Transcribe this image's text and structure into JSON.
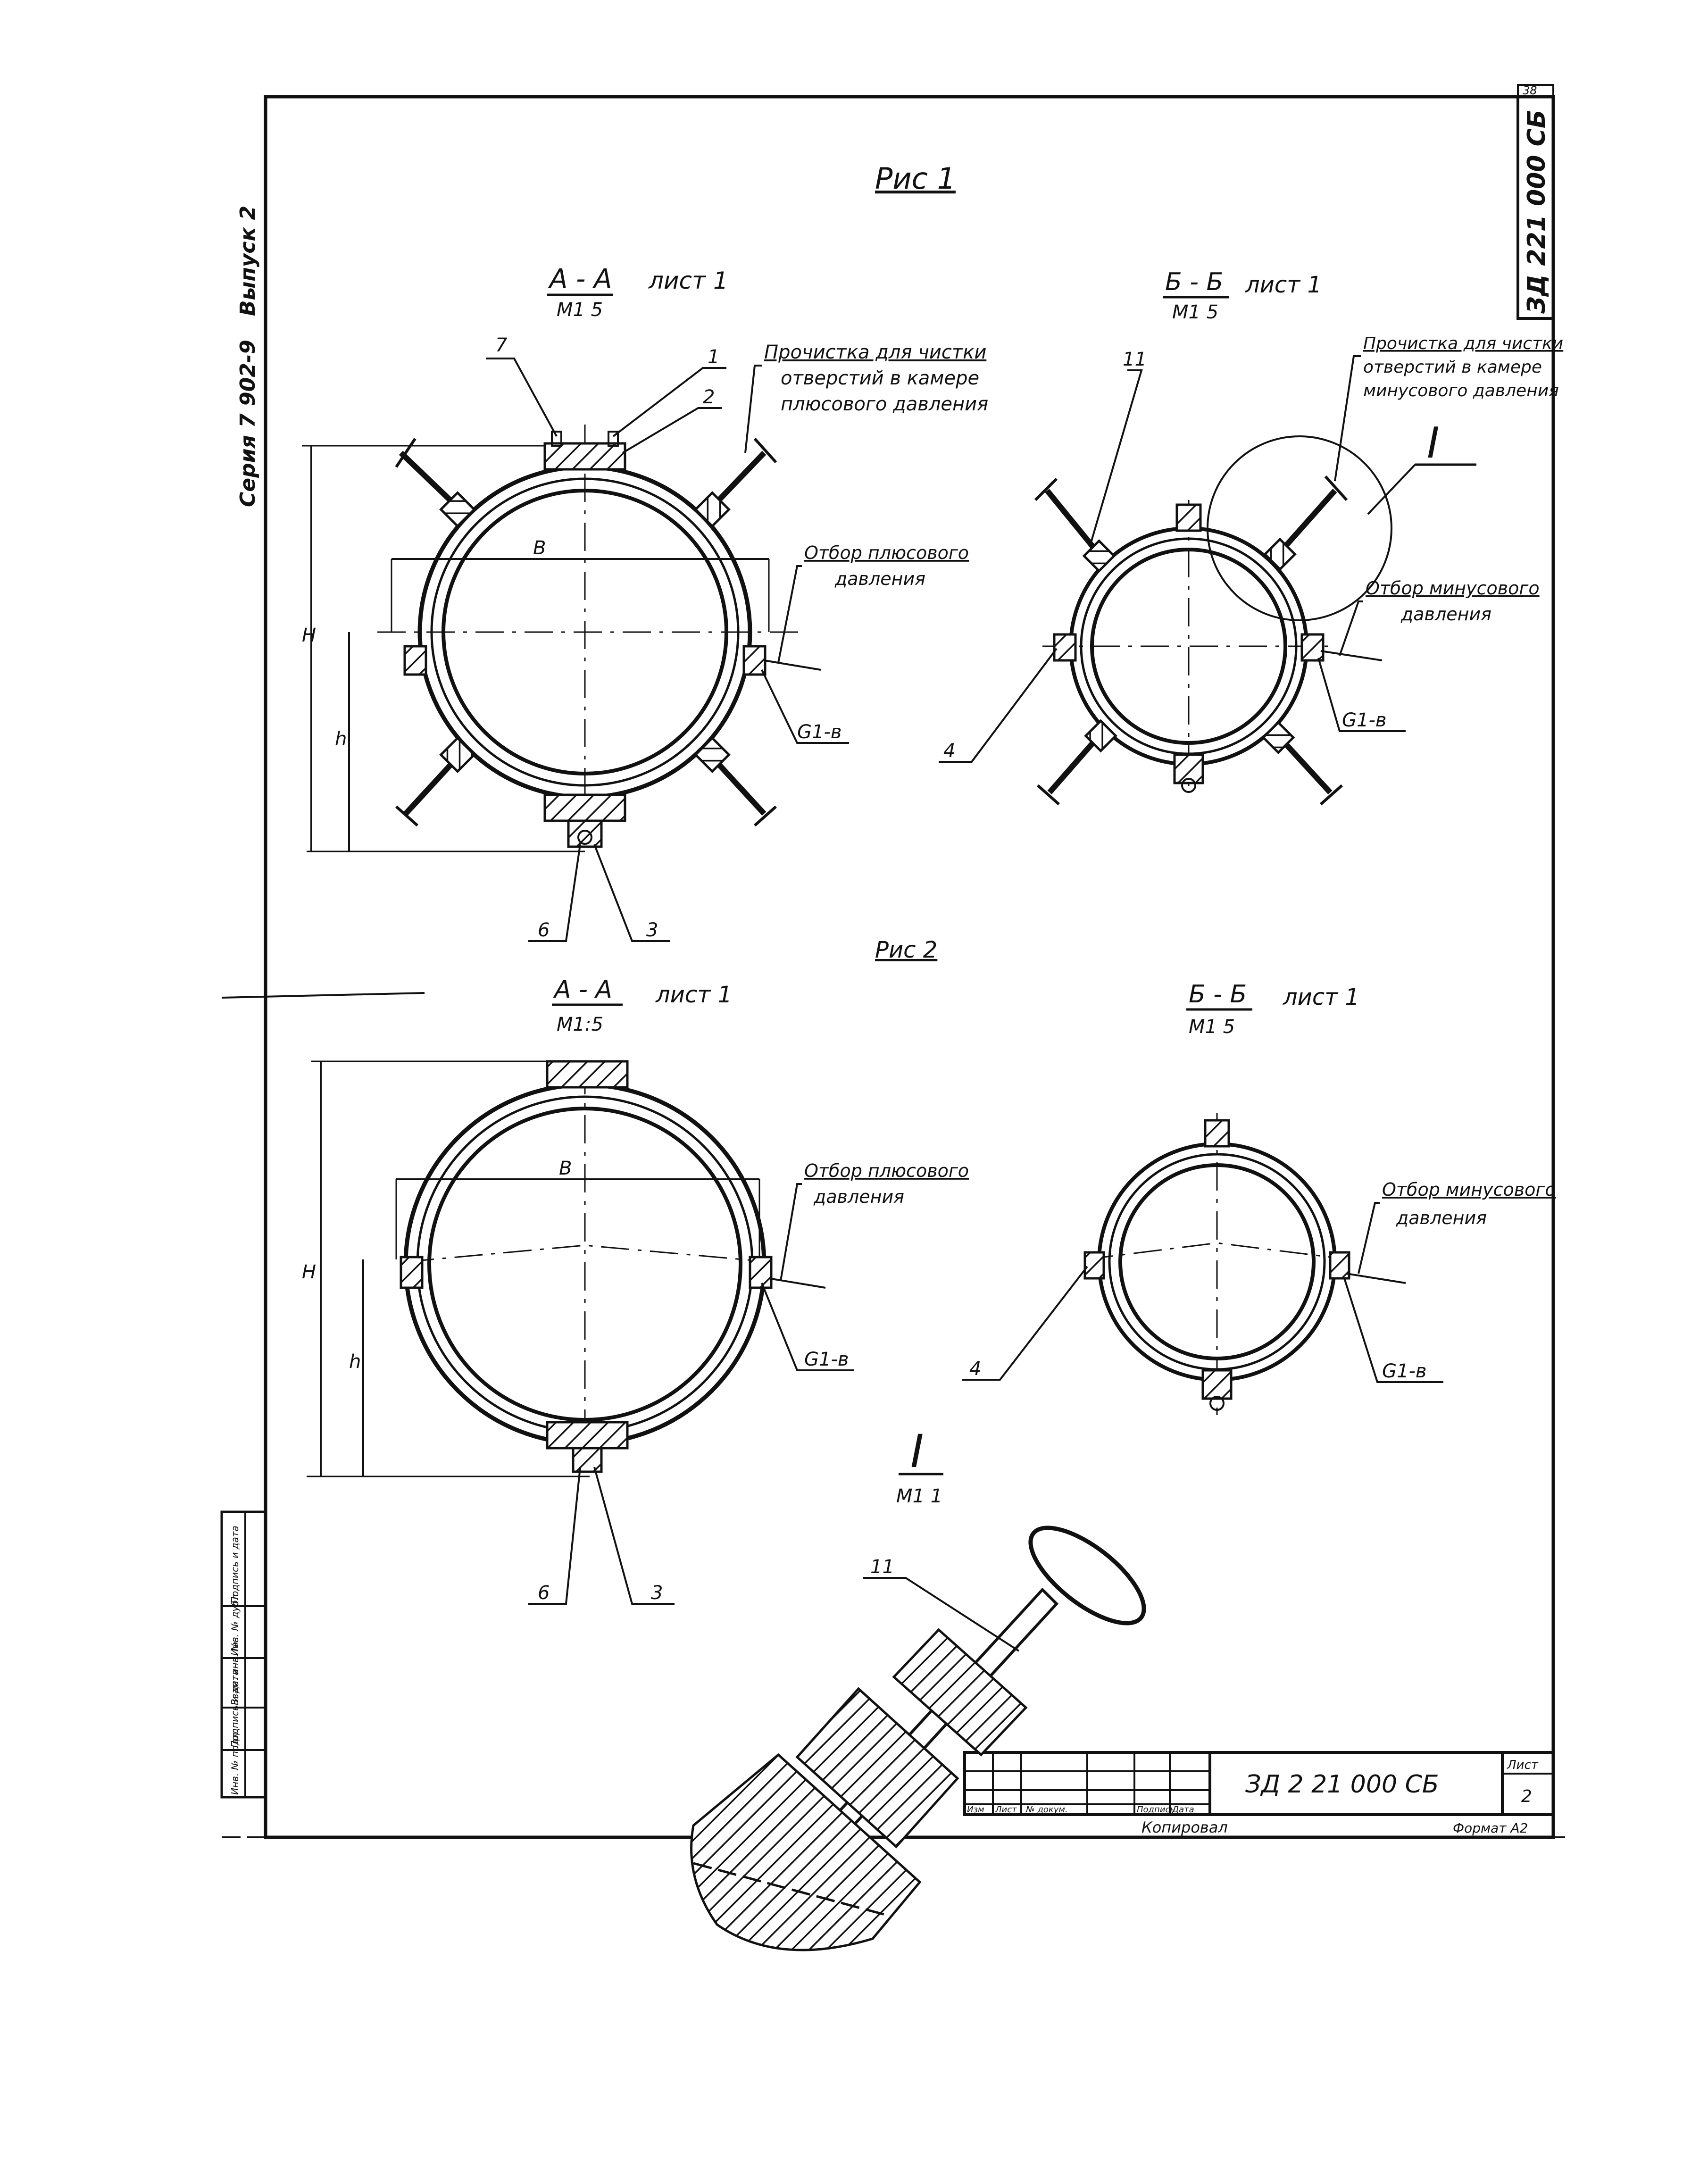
{
  "frame": {
    "code_vertical": "ЗД 221 000 СБ",
    "sheet_corner": "38",
    "series": "Серия 7 902-9",
    "issue": "Выпуск 2"
  },
  "fig1": {
    "title": "Рис 1",
    "left": {
      "section": "А - А",
      "sheet": "лист 1",
      "scale": "М1 5",
      "note_line1": "Прочистка   для   чистки",
      "note_line2": "отверстий     в  камере",
      "note_line3": "плюсового     давления",
      "tap_line1": "Отбор  плюсового",
      "tap_line2": "давления",
      "label_7": "7",
      "label_1": "1",
      "label_2": "2",
      "label_B": "В",
      "label_H": "Н",
      "label_h": "h",
      "label_G": "G1-в",
      "label_6": "6",
      "label_3": "3"
    },
    "right": {
      "section": "Б - Б",
      "sheet": "лист 1",
      "scale": "М1 5",
      "note_line1": "Прочистка для чистки",
      "note_line2": "отверстий в камере",
      "note_line3": "минусового давления",
      "detail": "I",
      "tap_line1": "Отбор  минусового",
      "tap_line2": "давления",
      "label_11": "11",
      "label_4": "4",
      "label_G": "G1-в"
    }
  },
  "fig2": {
    "title": "Рис 2",
    "left": {
      "section": "А - А",
      "sheet": "лист 1",
      "scale": "М1:5",
      "tap_line1": "Отбор плюсового",
      "tap_line2": "давления",
      "label_B": "В",
      "label_H": "Н",
      "label_h": "h",
      "label_G": "G1-в",
      "label_6": "6",
      "label_3": "3"
    },
    "right": {
      "section": "Б - Б",
      "sheet": "лист 1",
      "scale": "М1 5",
      "tap_line1": "Отбор минусового",
      "tap_line2": "давления",
      "label_4": "4",
      "label_G": "G1-в"
    }
  },
  "detail": {
    "mark": "I",
    "scale": "М1 1",
    "label_11": "11"
  },
  "sidebar": {
    "cells": [
      "Инв. № подл.",
      "Подпись и дата",
      "Взам. инв. №",
      "Инв. № дубл.",
      "Подпись и дата"
    ]
  },
  "title_block": {
    "doc_code": "ЗД  2 21 000 СБ",
    "sheet_label": "Лист",
    "sheet_num": "2",
    "col_labels": [
      "Изм",
      "Лист",
      "№ докум.",
      "Подпись",
      "Дата"
    ],
    "copied": "Копировал",
    "format": "Формат А2"
  }
}
